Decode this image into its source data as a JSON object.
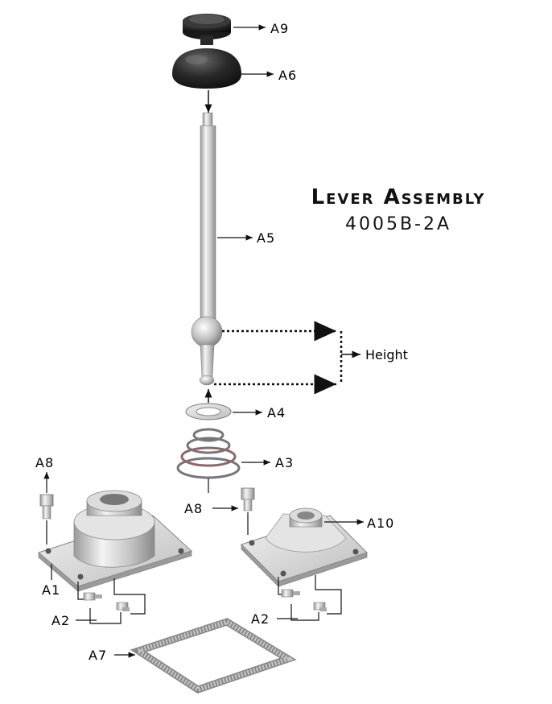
{
  "title": "Lever Assembly",
  "subtitle": "4005B-2A",
  "dimension_label": "Height",
  "parts": {
    "a1": "A1",
    "a2": "A2",
    "a3": "A3",
    "a4": "A4",
    "a5": "A5",
    "a6": "A6",
    "a7": "A7",
    "a8": "A8",
    "a9": "A9",
    "a10": "A10"
  }
}
